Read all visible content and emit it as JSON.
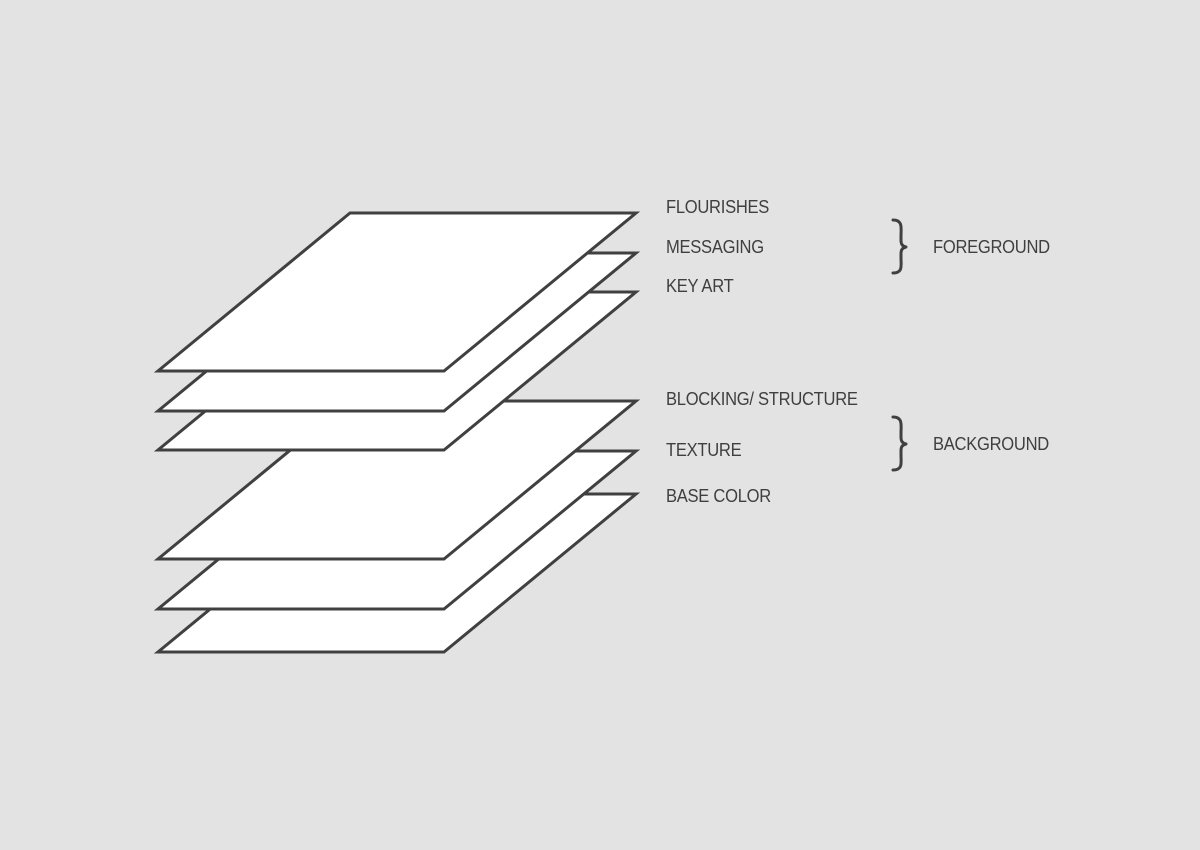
{
  "layers": [
    {
      "id": "flourishes",
      "label": "FLOURISHES"
    },
    {
      "id": "messaging",
      "label": "MESSAGING"
    },
    {
      "id": "key-art",
      "label": "KEY ART"
    },
    {
      "id": "blocking-structure",
      "label": "BLOCKING/ STRUCTURE"
    },
    {
      "id": "texture",
      "label": "TEXTURE"
    },
    {
      "id": "base-color",
      "label": "BASE COLOR"
    }
  ],
  "groups": [
    {
      "id": "foreground",
      "label": "FOREGROUND"
    },
    {
      "id": "background",
      "label": "BACKGROUND"
    }
  ],
  "colors": {
    "background": "#e3e3e3",
    "sheet_fill": "#ffffff",
    "stroke": "#404040",
    "text": "#3f3f3f"
  }
}
